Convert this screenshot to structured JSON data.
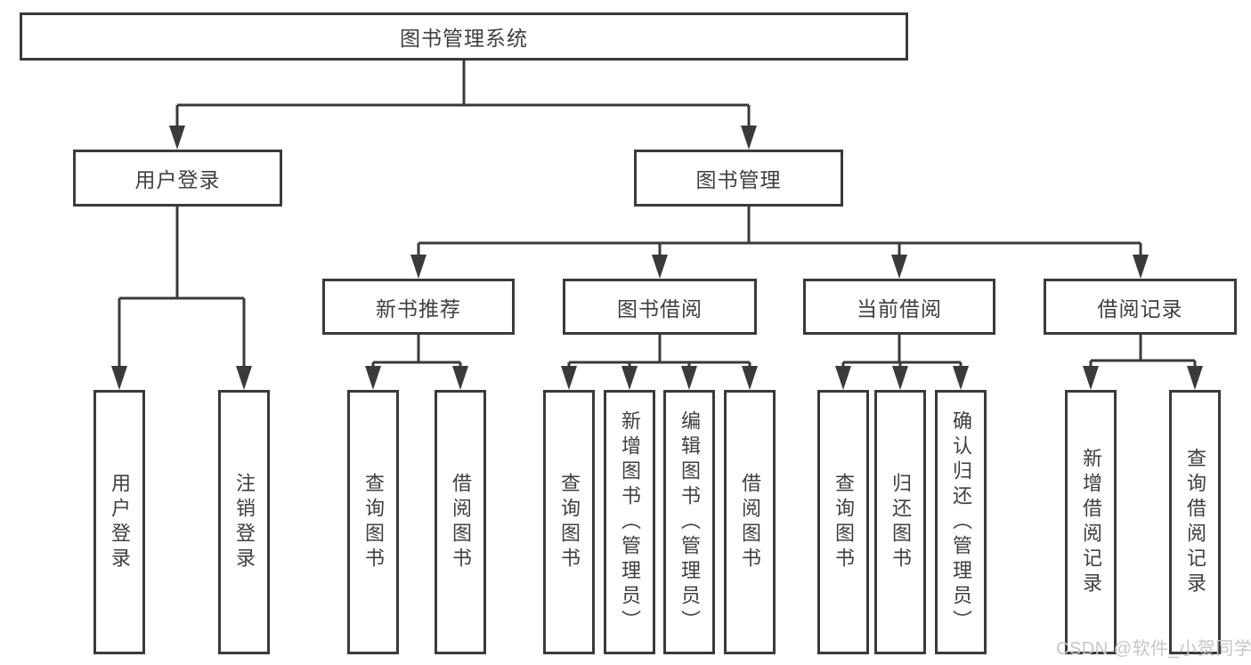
{
  "nodes": {
    "root": "图书管理系统",
    "user_login": "用户登录",
    "book_management": "图书管理",
    "new_book_rec": "新书推荐",
    "book_borrowing": "图书借阅",
    "current_borrowing": "当前借阅",
    "borrowing_records": "借阅记录",
    "leaf_user_login": "用户登录",
    "leaf_logout": "注销登录",
    "leaf_query_books_a": "查询图书",
    "leaf_borrow_books_a": "借阅图书",
    "leaf_query_books_b": "查询图书",
    "leaf_add_books": "新增图书（管理员）",
    "leaf_edit_books": "编辑图书（管理员）",
    "leaf_borrow_books_b": "借阅图书",
    "leaf_query_books_c": "查询图书",
    "leaf_return_books": "归还图书",
    "leaf_confirm_return": "确认归还（管理员）",
    "leaf_add_borrow_record": "新增借阅记录",
    "leaf_query_borrow_record": "查询借阅记录"
  },
  "watermark": "CSDN @软件_小贺同学",
  "colors": {
    "line": "#3a3a3a",
    "text": "#3f3f3f",
    "watermark": "#c6c6c6",
    "background": "#ffffff"
  }
}
